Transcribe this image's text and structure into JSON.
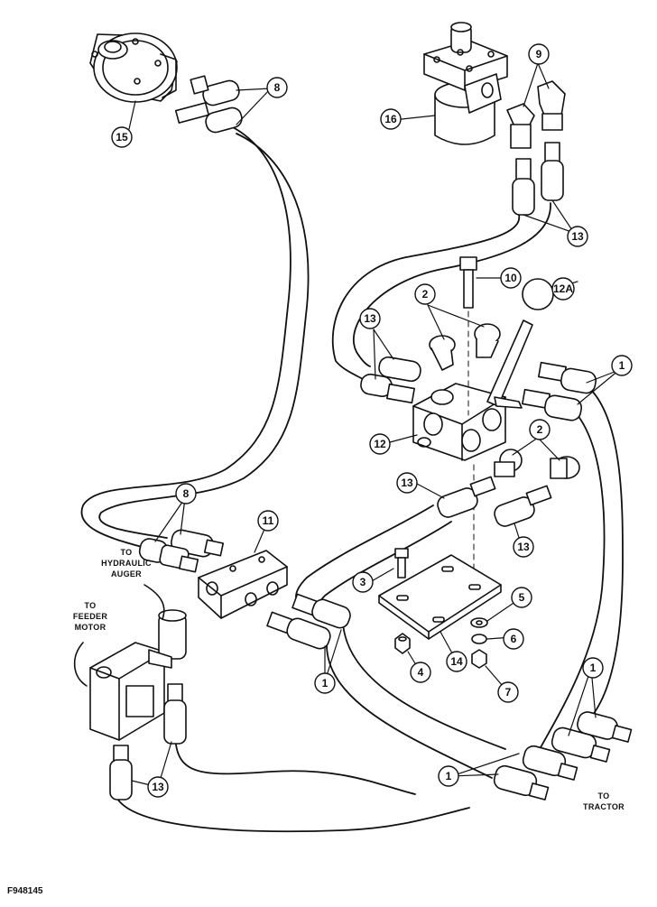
{
  "figure_id": "F948145",
  "notes": {
    "to_hydraulic_auger": [
      "TO",
      "HYDRAULIC",
      "AUGER"
    ],
    "to_feeder_motor": [
      "TO",
      "FEEDER",
      "MOTOR"
    ],
    "to_tractor": [
      "TO",
      "TRACTOR"
    ]
  },
  "callouts": {
    "c15": "15",
    "c8_top": "8",
    "c16": "16",
    "c9": "9",
    "c13_top": "13",
    "c10": "10",
    "c12A": "12A",
    "c2_top": "2",
    "c13_mid": "13",
    "c1_top": "1",
    "c12": "12",
    "c2_mid": "2",
    "c13_center": "13",
    "c13_right": "13",
    "c8_left": "8",
    "c11": "11",
    "c3": "3",
    "c5": "5",
    "c6": "6",
    "c4": "4",
    "c14": "14",
    "c7": "7",
    "c1_mid": "1",
    "c1_right": "1",
    "c13_bottom": "13",
    "c1_bottom": "1"
  }
}
